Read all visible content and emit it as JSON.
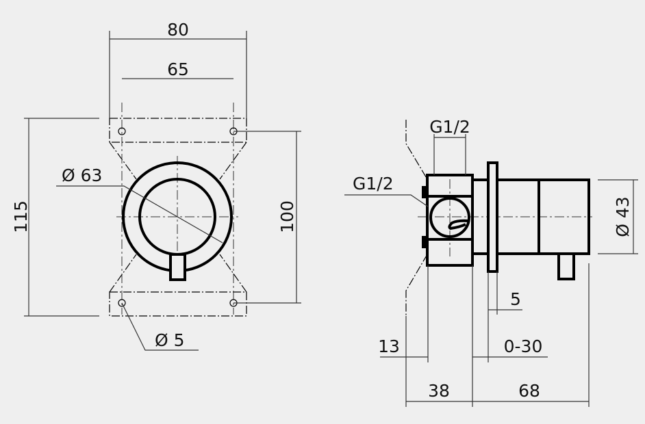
{
  "front_view": {
    "width_outer": "80",
    "width_holes": "65",
    "height_outer": "115",
    "height_holes": "100",
    "diameter_body": "Ø 63",
    "diameter_hole": "Ø 5"
  },
  "side_view": {
    "thread_top": "G1/2",
    "thread_side": "G1/2",
    "diameter_knob": "Ø 43",
    "flange_thickness": "5",
    "wall_offset": "13",
    "adjust_range": "0-30",
    "body_depth": "38",
    "projection": "68"
  }
}
